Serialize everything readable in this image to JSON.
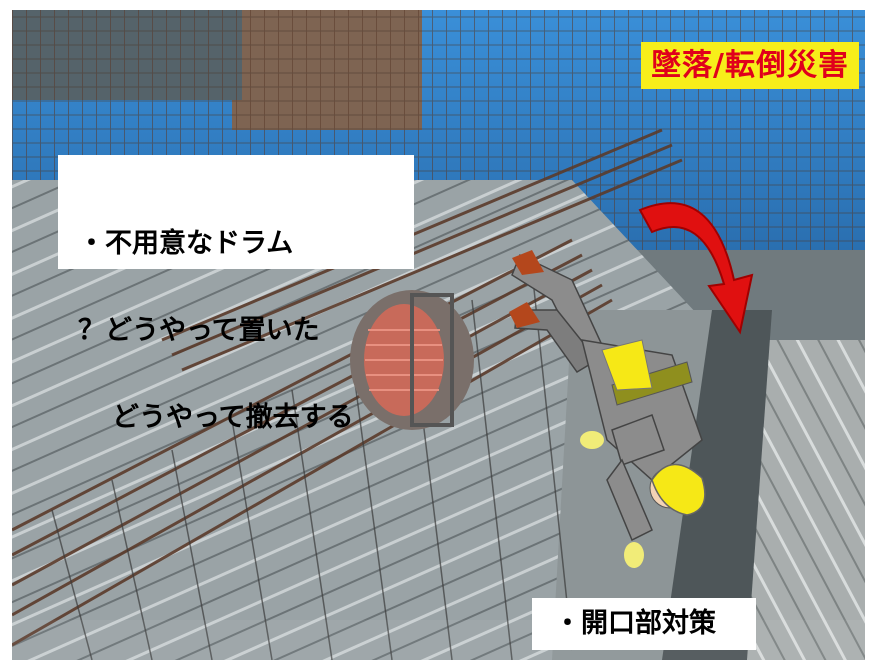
{
  "hazard_label": "墜落/転倒災害",
  "note": {
    "line1": "・不用意なドラム",
    "line2": "？どうやって置いた",
    "line3": "どうやって撤去する"
  },
  "measure_label": "・開口部対策",
  "colors": {
    "hazard_text": "#e0001b",
    "hazard_bg": "#f7ee1a",
    "arrow": "#e01010",
    "worker_suit": "#8c8c8c",
    "helmet": "#f6e816",
    "boots": "#b4471c"
  },
  "icons": [
    "cable-drum",
    "falling-worker",
    "rotation-arrow"
  ]
}
